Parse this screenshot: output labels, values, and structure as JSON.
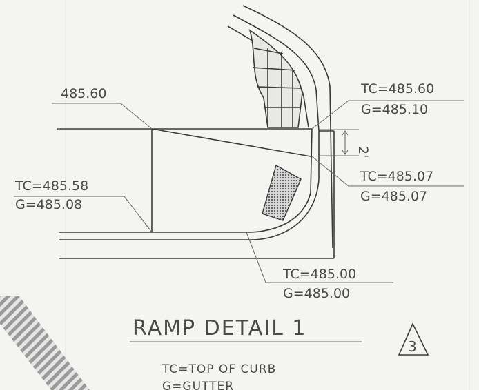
{
  "labels": {
    "top_left_elev": "485.60",
    "tc_right_top": "TC=485.60",
    "g_right_top": "G=485.10",
    "dimension": "2'",
    "tc_right_mid": "TC=485.07",
    "g_right_mid": "G=485.07",
    "tc_left": "TC=485.58",
    "g_left": "G=485.08",
    "tc_bottom": "TC=485.00",
    "g_bottom": "G=485.00"
  },
  "title": "RAMP DETAIL 1",
  "sheet_marker": "3",
  "legend": {
    "tc": "TC=TOP OF CURB",
    "g": "G=GUTTER"
  }
}
